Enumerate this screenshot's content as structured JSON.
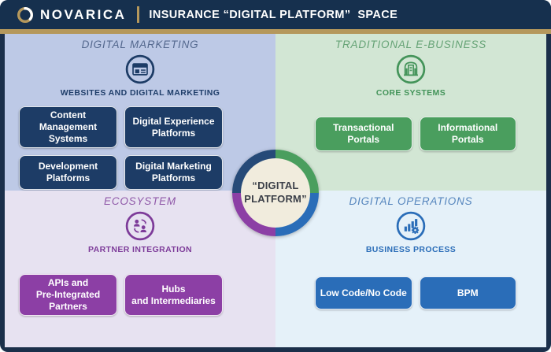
{
  "header": {
    "logo_text": "NOVARICA",
    "title": "INSURANCE “DIGITAL PLATFORM”  SPACE"
  },
  "center": {
    "label": "“DIGITAL\nPLATFORM”",
    "bg_color": "#f1ecdd",
    "text_color": "#3b3f48",
    "ring_colors": {
      "top_left": "#264a78",
      "top_right": "#4a9e5e",
      "bottom_left": "#8c3fa5",
      "bottom_right": "#2a6db8"
    }
  },
  "colors": {
    "header_bg": "#16304e",
    "gold_accent": "#b5985c",
    "frame_border": "#1b2f4a"
  },
  "quadrants": [
    {
      "name": "Digital Marketing",
      "title": "DIGITAL MARKETING",
      "subtitle": "WEBSITES AND DIGITAL MARKETING",
      "icon": "browser-icon",
      "bg": "#bdc9e6",
      "accent": "#1d3c66",
      "boxes": [
        "Content Management\nSystems",
        "Digital Experience\nPlatforms",
        "Development\nPlatforms",
        "Digital Marketing\nPlatforms"
      ]
    },
    {
      "name": "Traditional E-Business",
      "title": "TRADITIONAL E-BUSINESS",
      "subtitle": "CORE SYSTEMS",
      "icon": "core-systems-icon",
      "bg": "#d2e6d4",
      "accent": "#4a9e5e",
      "boxes": [
        "Transactional\nPortals",
        "Informational\nPortals"
      ]
    },
    {
      "name": "Ecosystem",
      "title": "ECOSYSTEM",
      "subtitle": "PARTNER INTEGRATION",
      "icon": "partner-integration-icon",
      "bg": "#e7e2f1",
      "accent": "#8c3fa5",
      "boxes": [
        "APIs and\nPre-Integrated\nPartners",
        "Hubs\nand Intermediaries"
      ]
    },
    {
      "name": "Digital Operations",
      "title": "DIGITAL OPERATIONS",
      "subtitle": "BUSINESS PROCESS",
      "icon": "business-process-icon",
      "bg": "#e5f1f9",
      "accent": "#2a6db8",
      "boxes": [
        "Low Code/No Code",
        "BPM"
      ]
    }
  ]
}
